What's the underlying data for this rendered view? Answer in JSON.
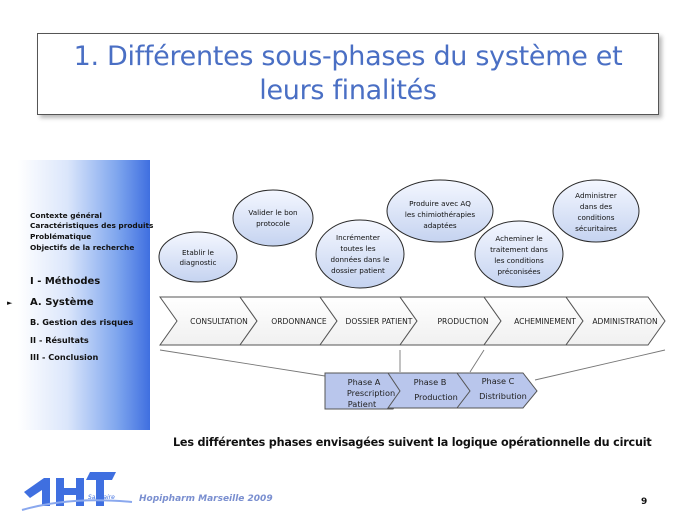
{
  "title": {
    "line1": "1. Différentes sous-phases du système et",
    "line2": "leurs finalités"
  },
  "sidebar": {
    "items": [
      "Contexte général",
      "Caractéristiques des produits",
      "Problématique",
      "Objectifs de la recherche"
    ],
    "section_methods": "I - Méthodes",
    "current_marker": "►",
    "current_item": "A. Système",
    "sub_item": "B. Gestion des risques",
    "results": "II - Résultats",
    "conclusion": "III - Conclusion"
  },
  "goals": [
    {
      "lines": [
        "Etablir le",
        "diagnostic"
      ]
    },
    {
      "lines": [
        "Valider le bon",
        "protocole"
      ]
    },
    {
      "lines": [
        "Incrémenter",
        "toutes les",
        "données dans le",
        "dossier patient"
      ]
    },
    {
      "lines": [
        "Produire avec AQ",
        "les chimiothérapies",
        "adaptées"
      ]
    },
    {
      "lines": [
        "Acheminer le",
        "traitement dans",
        "les conditions",
        "préconisées"
      ]
    },
    {
      "lines": [
        "Administrer",
        "dans des",
        "conditions",
        "sécuritaires"
      ]
    }
  ],
  "steps": [
    "CONSULTATION",
    "ORDONNANCE",
    "DOSSIER PATIENT",
    "PRODUCTION",
    "ACHEMINEMENT",
    "ADMINISTRATION"
  ],
  "phases": [
    {
      "lines": [
        "Phase A",
        "Prescription",
        "Patient"
      ]
    },
    {
      "lines": [
        "Phase B",
        "Production"
      ]
    },
    {
      "lines": [
        "Phase C",
        "Distribution"
      ]
    }
  ],
  "caption": "Les différentes phases envisagées suivent la logique opérationnelle du circuit",
  "footer": {
    "label": "Hopipharm Marseille 2009",
    "page": "9",
    "logo_text": "Sanitaire"
  },
  "colors": {
    "title": "#4a6fc4",
    "ellipse_fill_top": "#f4f7ff",
    "ellipse_fill_bottom": "#c5d3f0",
    "phase_fill": "#b9c6ec",
    "accent": "#3f6fe0"
  }
}
